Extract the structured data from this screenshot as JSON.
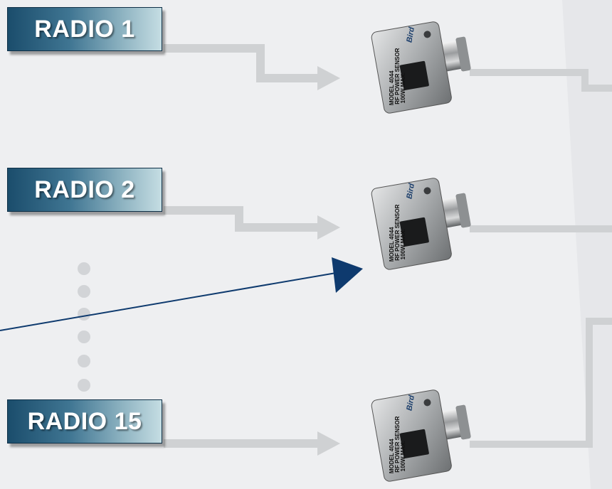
{
  "radios": [
    {
      "label": "RADIO 1"
    },
    {
      "label": "RADIO 2"
    },
    {
      "label": "RADIO 15"
    }
  ],
  "sensor": {
    "brand": "Bird",
    "trademark": "™",
    "line1": "MODEL 4044",
    "line2": "RF POWER SENSOR",
    "line3": "100W MAX."
  },
  "colors": {
    "connector": "#cfd1d3",
    "pointer_arrow": "#0e3a6e",
    "dots": "#d2d4d7",
    "radio_gradient_dark": "#1b4d6c",
    "radio_gradient_light": "#c5dde3"
  }
}
